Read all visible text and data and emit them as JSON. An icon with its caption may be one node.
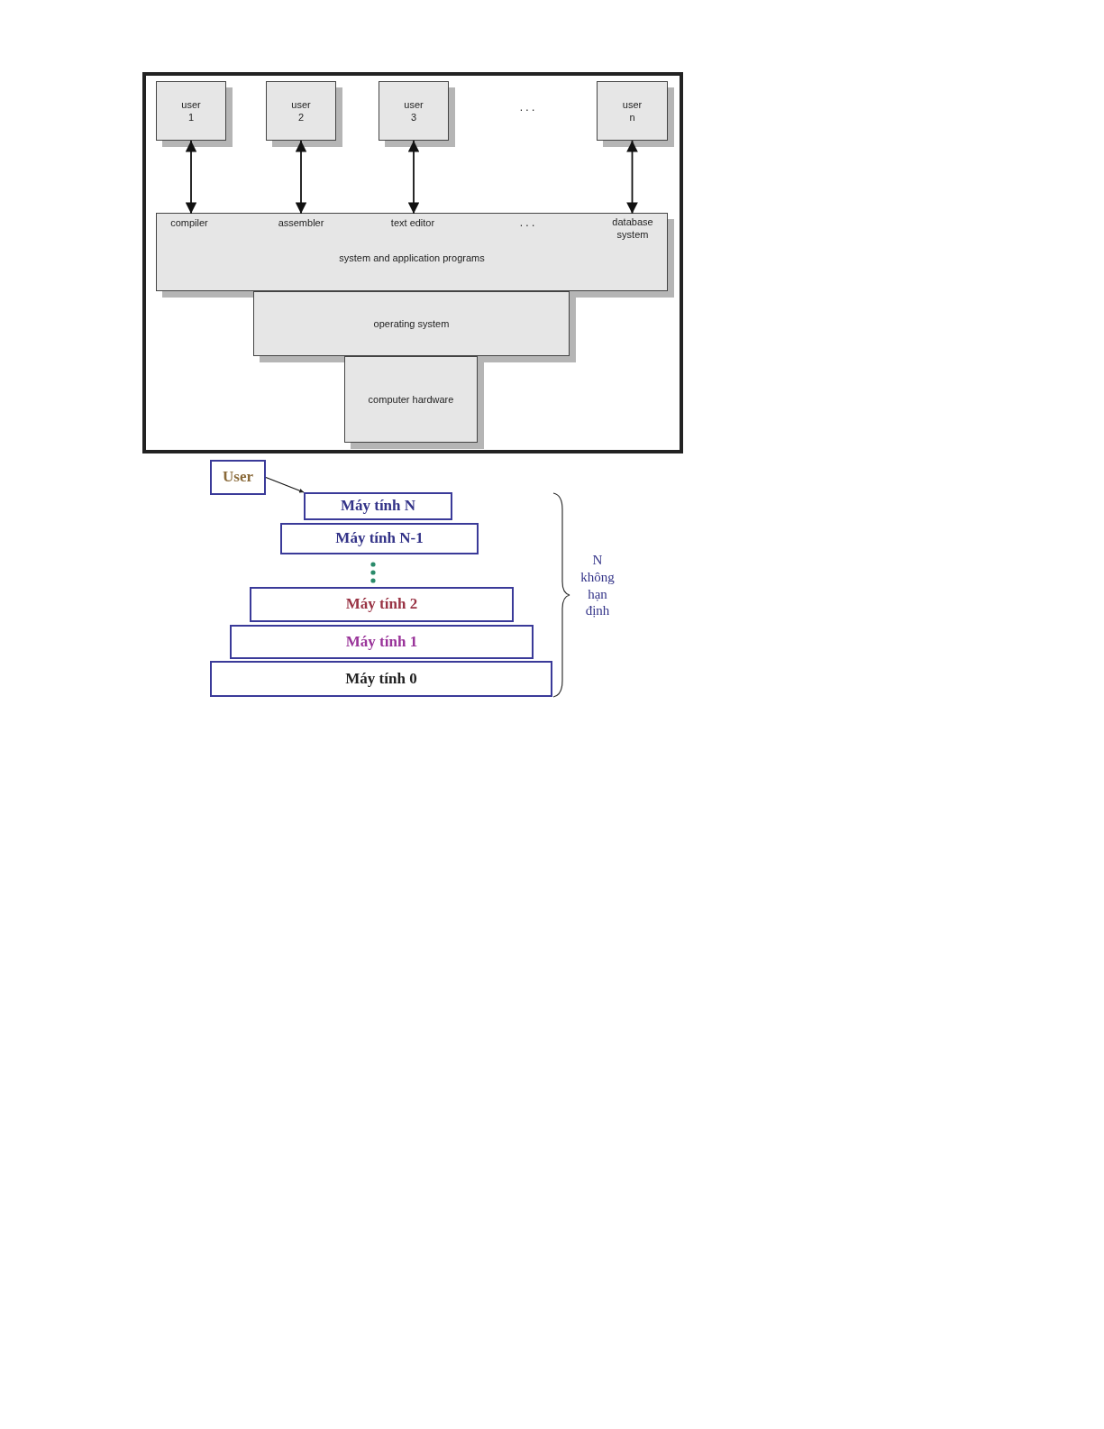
{
  "diagram": {
    "nodes": [
      {
        "text": [
          "user 1"
        ]
      },
      {
        "text": [
          "user 2"
        ]
      },
      {
        "text": [
          "user 3"
        ]
      },
      {
        "text": [
          "user n"
        ]
      },
      {
        "text": [
          "system and application programs"
        ]
      },
      {
        "text": [
          "compiler"
        ],
        "in": 4
      },
      {
        "text": [
          "assembler"
        ],
        "in": 4
      },
      {
        "text": [
          "text editor"
        ],
        "in": 4
      },
      {
        "text": [
          "database system"
        ],
        "in": 4
      },
      {
        "text": [
          "operating system"
        ]
      },
      {
        "text": [
          "computer hardware"
        ]
      },
      {
        "text": [
          "User"
        ]
      },
      {
        "text": [
          "Máy tính N"
        ]
      },
      {
        "text": [
          "Máy tính N-1"
        ]
      },
      {
        "text": [
          "Máy tính 2"
        ]
      },
      {
        "text": [
          "Máy tính 1"
        ]
      },
      {
        "text": [
          "Máy tính 0"
        ]
      }
    ],
    "edges": [
      {
        "from": 0,
        "to": 5,
        "arrow": "both"
      },
      {
        "from": 1,
        "to": 6,
        "arrow": "both"
      },
      {
        "from": 2,
        "to": 7,
        "arrow": "both"
      },
      {
        "from": 3,
        "to": 8,
        "arrow": "both"
      },
      {
        "from": 11,
        "to": 12,
        "arrow": "to"
      }
    ],
    "labels": [
      ". . .",
      ". . .",
      "N không hạn định"
    ]
  }
}
